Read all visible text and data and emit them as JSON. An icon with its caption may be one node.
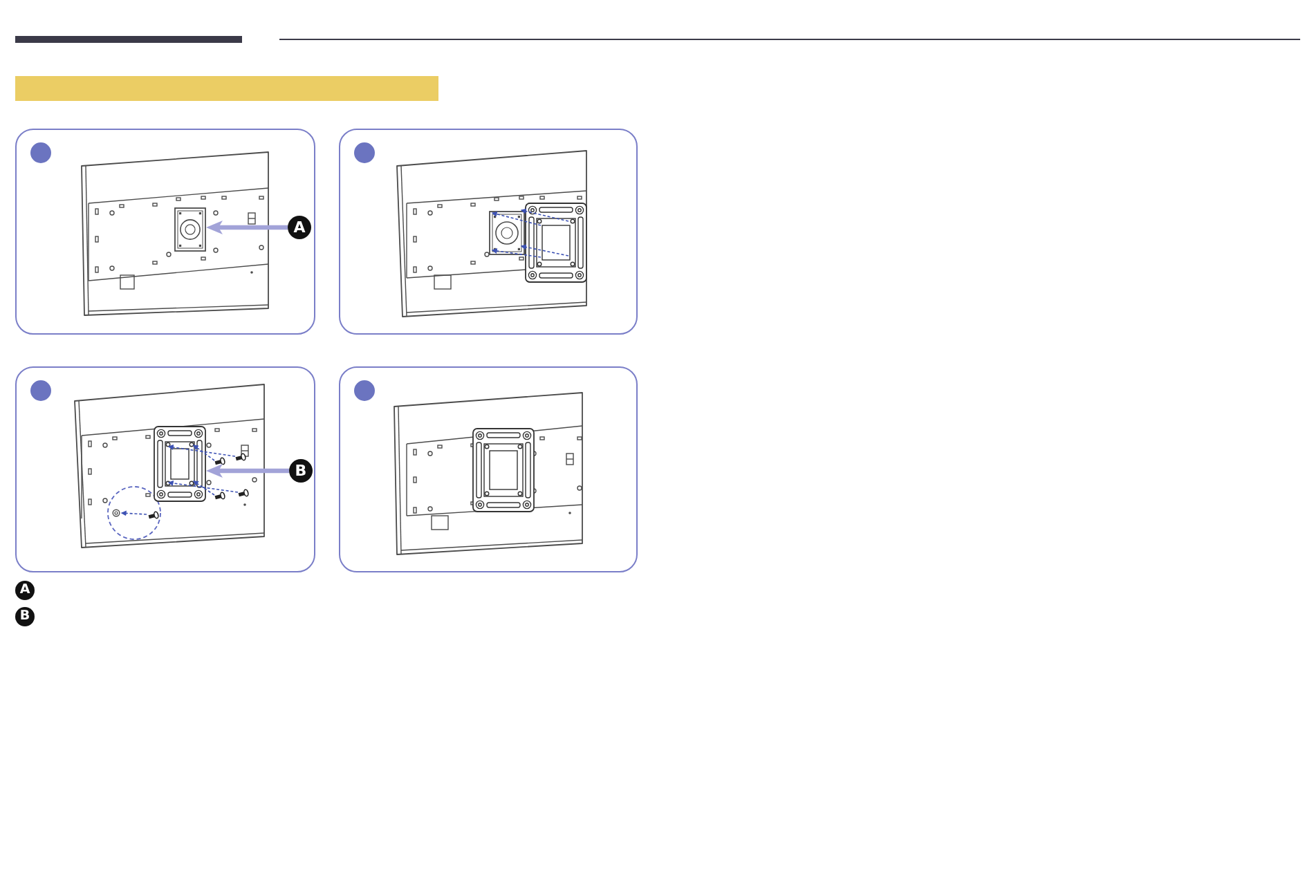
{
  "diagram": {
    "nodes": [
      {
        "text": [],
        "shape": "bar"
      },
      {
        "text": [],
        "shape": "box"
      },
      {
        "text": [],
        "shape": "circle",
        "in": 1
      },
      {
        "text": [],
        "shape": "box",
        "in": 1
      },
      {
        "text": [
          "A"
        ],
        "in": 1
      },
      {
        "text": [],
        "shape": "box"
      },
      {
        "text": [],
        "shape": "circle",
        "in": 5
      },
      {
        "text": [],
        "shape": "box"
      },
      {
        "text": [],
        "shape": "circle",
        "in": 7
      },
      {
        "text": [],
        "shape": "box",
        "in": 7
      },
      {
        "text": [
          "B"
        ],
        "in": 7
      },
      {
        "text": [],
        "shape": "box"
      },
      {
        "text": [],
        "shape": "circle",
        "in": 11
      }
    ],
    "edges": [
      {
        "from": 4,
        "to": 3,
        "arrow": "to"
      },
      {
        "from": 10,
        "to": 9,
        "arrow": "to"
      }
    ],
    "labels": [
      "A",
      "B"
    ]
  }
}
